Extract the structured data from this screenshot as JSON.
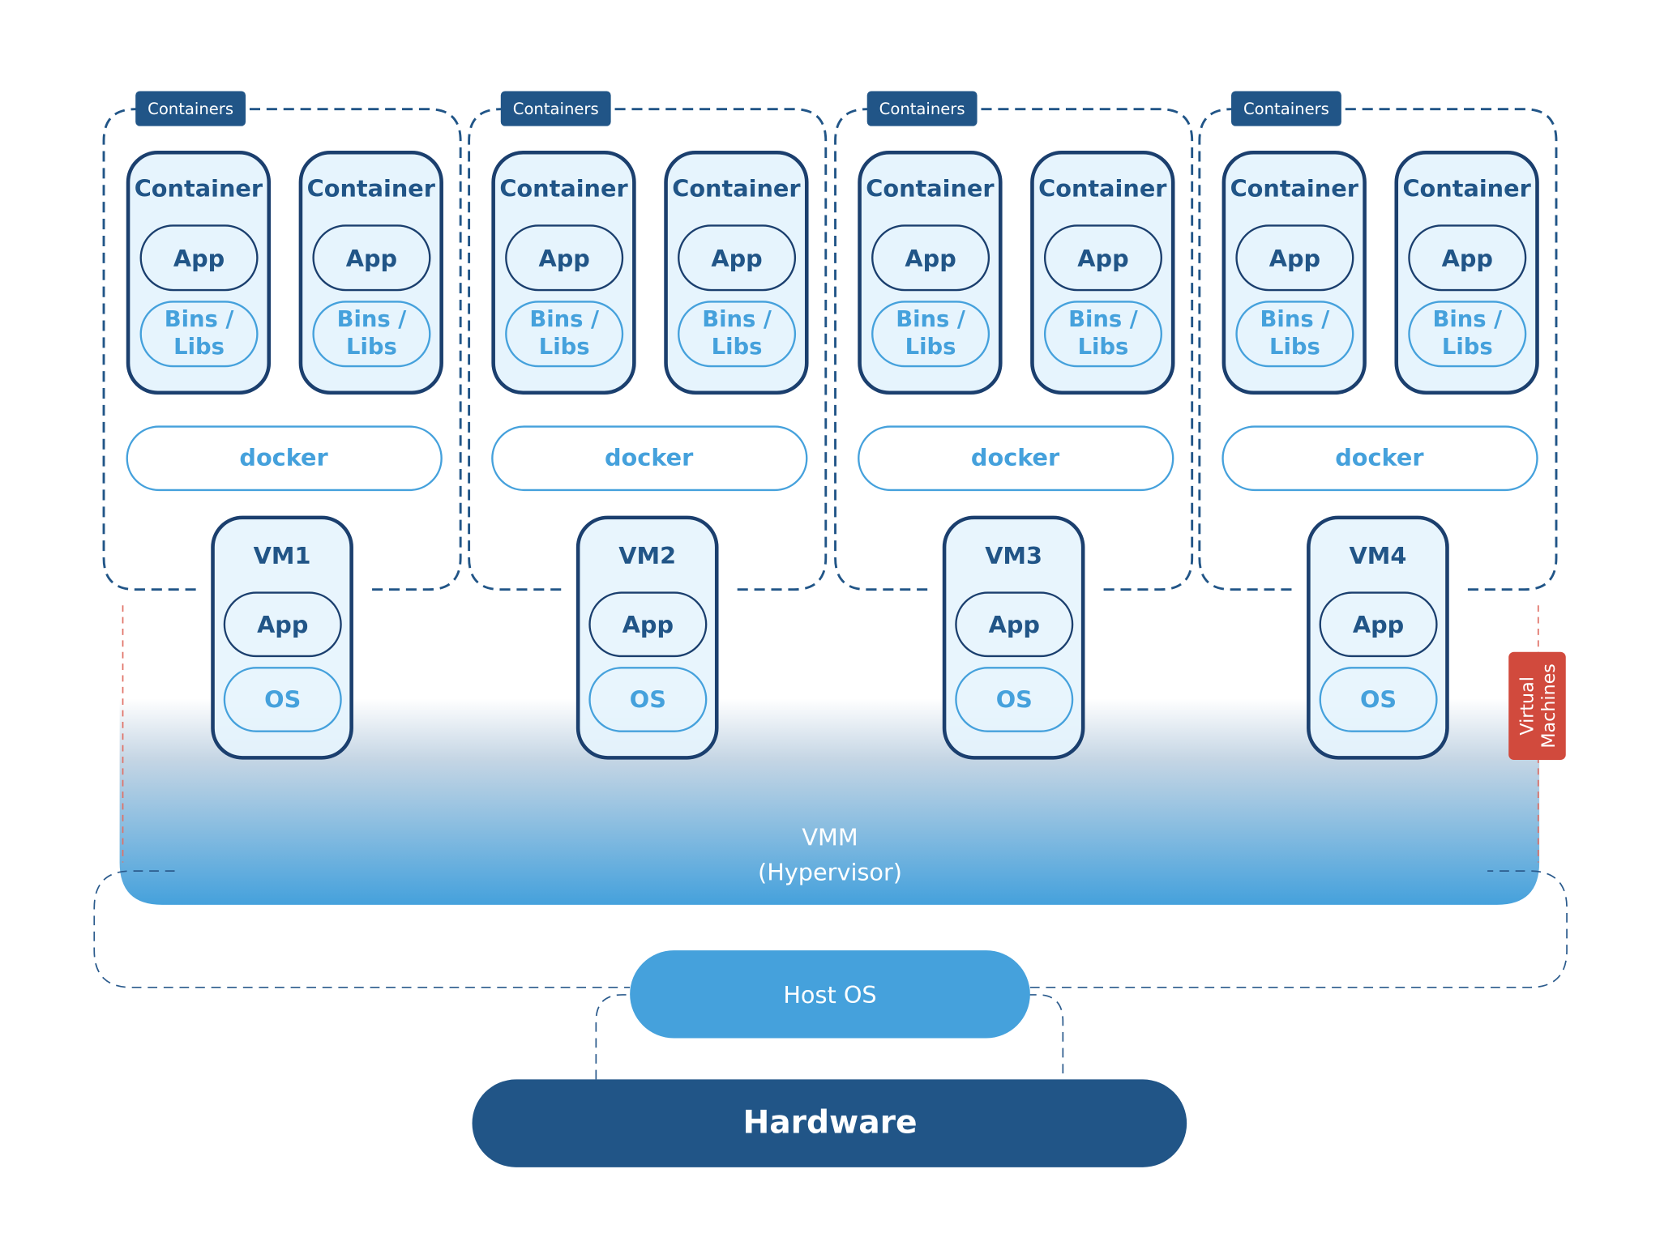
{
  "colors": {
    "navy": "#1b3f6e",
    "dark_blue": "#215587",
    "light_blue": "#45a1dc",
    "box_fill": "#e6f4fd",
    "red": "#d14a3d",
    "white": "#ffffff"
  },
  "groups": [
    {
      "badge": "Containers",
      "containers": [
        {
          "title": "Container",
          "app": "App",
          "libs": [
            "Bins /",
            "Libs"
          ]
        },
        {
          "title": "Container",
          "app": "App",
          "libs": [
            "Bins /",
            "Libs"
          ]
        }
      ],
      "engine": "docker",
      "vm": {
        "title": "VM1",
        "app": "App",
        "os": "OS"
      }
    },
    {
      "badge": "Containers",
      "containers": [
        {
          "title": "Container",
          "app": "App",
          "libs": [
            "Bins /",
            "Libs"
          ]
        },
        {
          "title": "Container",
          "app": "App",
          "libs": [
            "Bins /",
            "Libs"
          ]
        }
      ],
      "engine": "docker",
      "vm": {
        "title": "VM2",
        "app": "App",
        "os": "OS"
      }
    },
    {
      "badge": "Containers",
      "containers": [
        {
          "title": "Container",
          "app": "App",
          "libs": [
            "Bins /",
            "Libs"
          ]
        },
        {
          "title": "Container",
          "app": "App",
          "libs": [
            "Bins /",
            "Libs"
          ]
        }
      ],
      "engine": "docker",
      "vm": {
        "title": "VM3",
        "app": "App",
        "os": "OS"
      }
    },
    {
      "badge": "Containers",
      "containers": [
        {
          "title": "Container",
          "app": "App",
          "libs": [
            "Bins /",
            "Libs"
          ]
        },
        {
          "title": "Container",
          "app": "App",
          "libs": [
            "Bins /",
            "Libs"
          ]
        }
      ],
      "engine": "docker",
      "vm": {
        "title": "VM4",
        "app": "App",
        "os": "OS"
      }
    }
  ],
  "vmm": {
    "line1": "VMM",
    "line2": "(Hypervisor)"
  },
  "vm_label": {
    "line1": "Virtual",
    "line2": "Machines"
  },
  "host_os": "Host OS",
  "hardware": "Hardware"
}
